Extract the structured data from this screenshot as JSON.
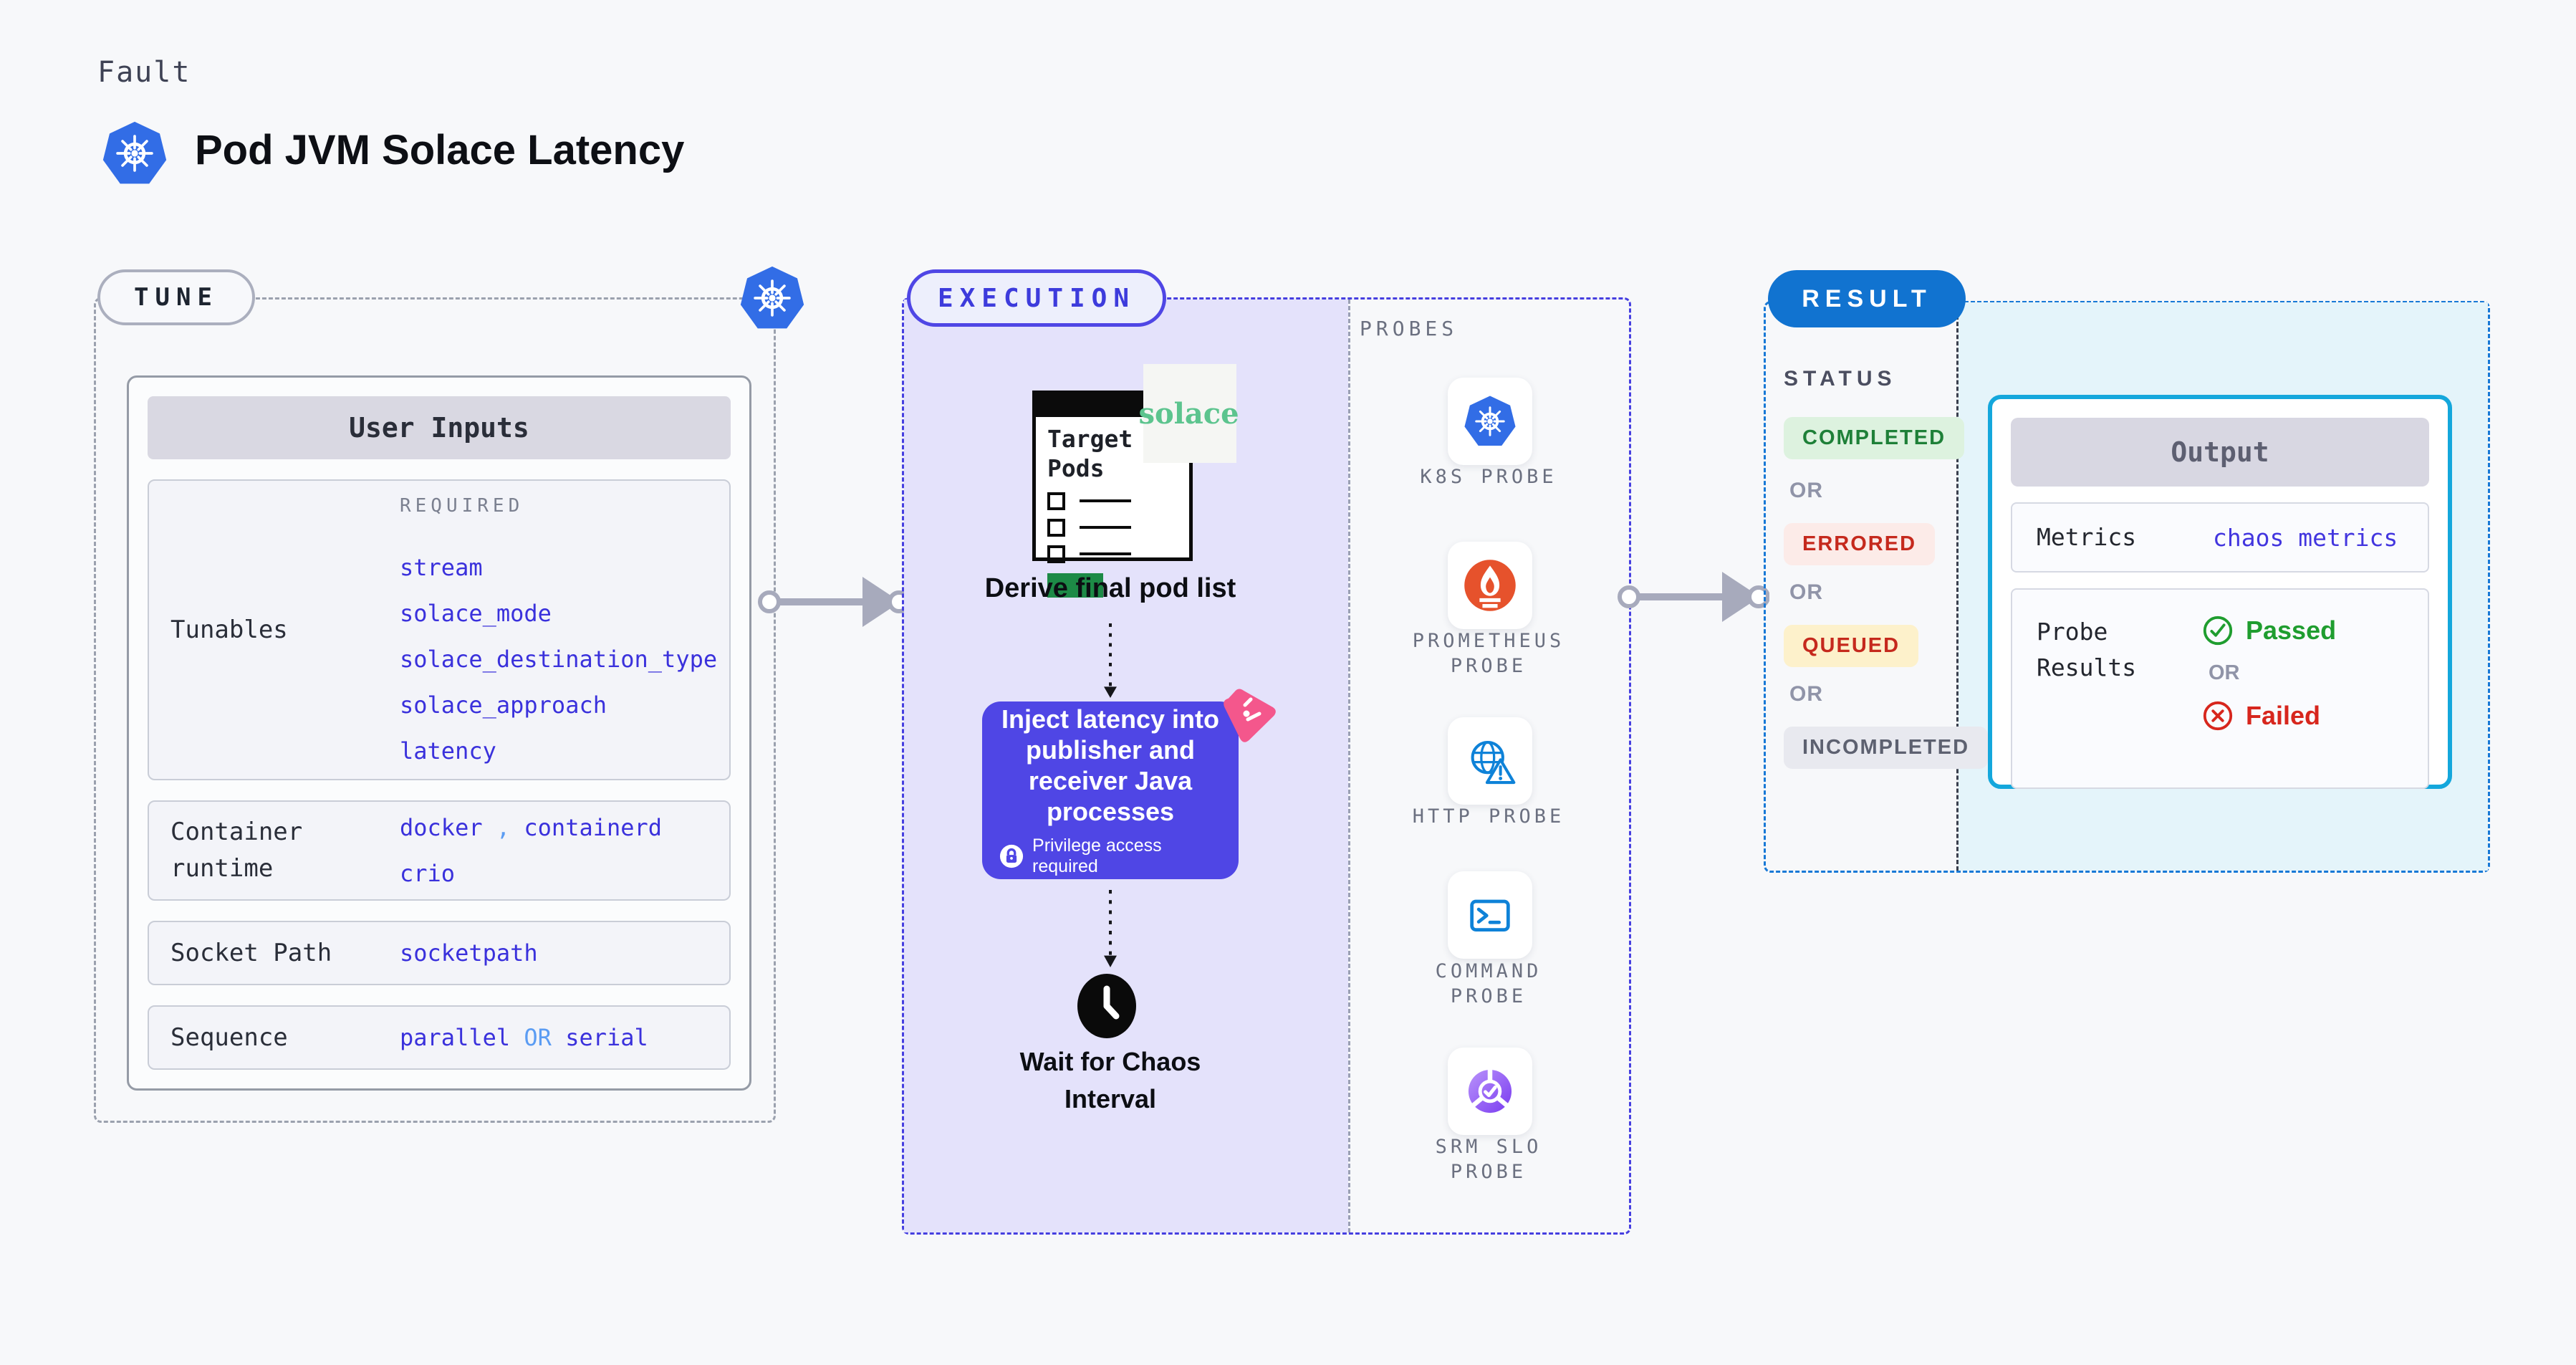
{
  "header": {
    "kicker": "Fault",
    "title": "Pod JVM Solace Latency"
  },
  "tune": {
    "pill_label": "TUNE",
    "user_inputs": {
      "title": "User Inputs",
      "required_label": "REQUIRED",
      "tunables_label": "Tunables",
      "tunables": [
        "stream",
        "solace_mode",
        "solace_destination_type",
        "solace_approach",
        "latency"
      ],
      "container_runtime_label": "Container runtime",
      "container_runtime": {
        "v1": "docker",
        "sep": ",",
        "v2": "containerd",
        "v3": "crio"
      },
      "socket_path_label": "Socket Path",
      "socket_path_value": "socketpath",
      "sequence_label": "Sequence",
      "sequence": {
        "v1": "parallel",
        "or": "OR",
        "v2": "serial"
      }
    }
  },
  "execution": {
    "pill_label": "EXECUTION",
    "target_pods_title": "Target Pods",
    "solace_logo_text": "solace",
    "derive_label": "Derive final pod list",
    "inject_text": "Inject latency into publisher and receiver Java processes",
    "privilege_label": "Privilege access required",
    "wait_label": "Wait for Chaos Interval",
    "probes": {
      "heading": "PROBES",
      "items": [
        {
          "label": "K8S PROBE",
          "icon": "kubernetes-icon"
        },
        {
          "label": "PROMETHEUS PROBE",
          "icon": "prometheus-icon"
        },
        {
          "label": "HTTP PROBE",
          "icon": "http-globe-icon"
        },
        {
          "label": "COMMAND PROBE",
          "icon": "terminal-icon"
        },
        {
          "label": "SRM SLO PROBE",
          "icon": "srm-slo-icon"
        }
      ]
    }
  },
  "result": {
    "pill_label": "RESULT",
    "status_heading": "STATUS",
    "or_label": "OR",
    "statuses": [
      {
        "label": "COMPLETED",
        "color": "#1e8038",
        "bg": "#ddf2df"
      },
      {
        "label": "ERRORED",
        "color": "#c5291d",
        "bg": "#fcebe8"
      },
      {
        "label": "QUEUED",
        "color": "#c5291d",
        "bg": "#fdf1cb"
      },
      {
        "label": "INCOMPLETED",
        "color": "#5d6170",
        "bg": "#e8e9ef"
      }
    ],
    "output": {
      "title": "Output",
      "metrics_label": "Metrics",
      "metrics_value": "chaos metrics",
      "probe_results_label": "Probe Results",
      "passed_label": "Passed",
      "or_label": "OR",
      "failed_label": "Failed"
    }
  },
  "colors": {
    "accent_indigo": "#4f46e5",
    "execution_border": "#463fe0",
    "result_border": "#1879d6",
    "result_pill_bg": "#1173d0",
    "output_border": "#14a7dc",
    "value_blue": "#3a31dc",
    "value_light_blue": "#5b9cf3",
    "kubernetes_blue": "#326de6",
    "prometheus_orange": "#e6522c",
    "solace_green": "#5cc48e",
    "passed_green": "#1f9d2f",
    "failed_red": "#d7261d",
    "lavender_bg": "#e4e2fb",
    "cyan_bg": "#e4f4fa",
    "chaos_pink": "#f4578c"
  }
}
